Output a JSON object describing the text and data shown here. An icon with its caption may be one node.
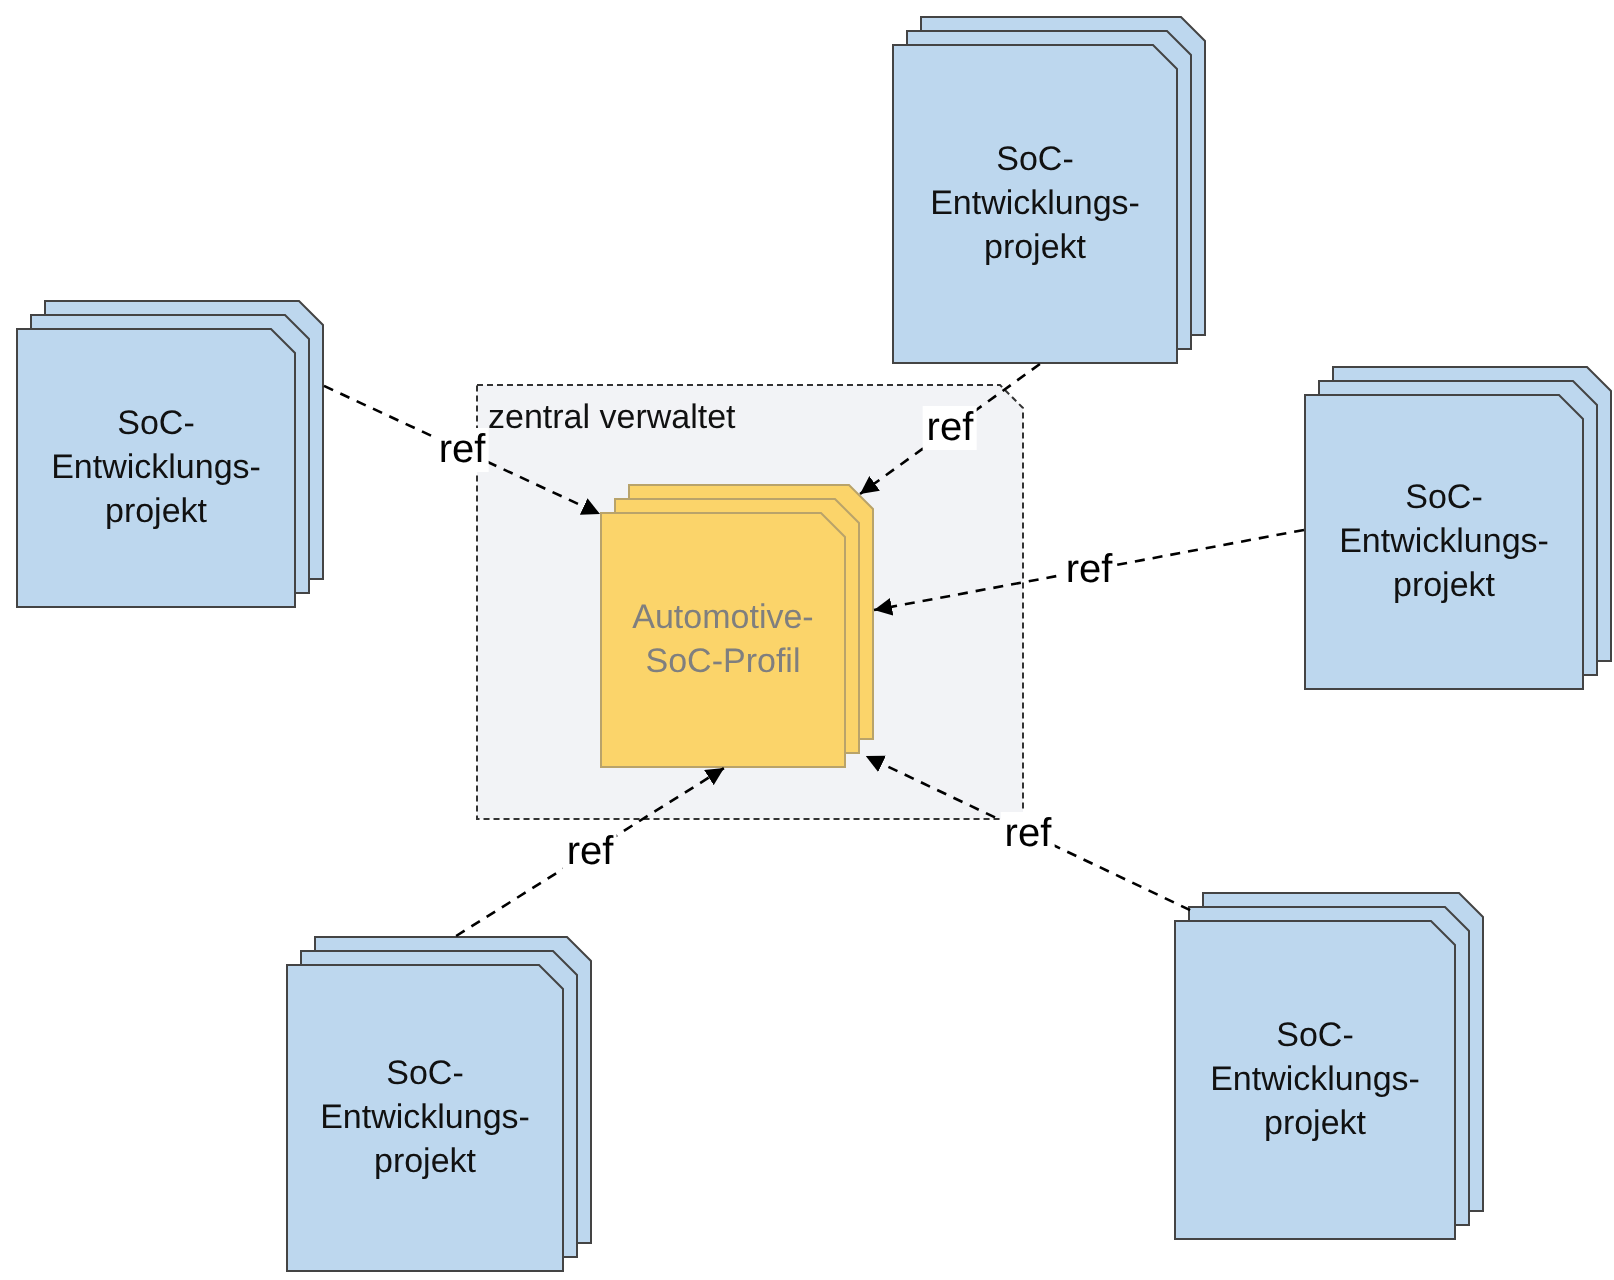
{
  "diagram": {
    "nodes": [
      {
        "text": [
          "SoC-Entwicklungs-projekt"
        ]
      },
      {
        "text": [
          "SoC-Entwicklungs-projekt"
        ]
      },
      {
        "text": [
          "zentral verwaltet"
        ]
      },
      {
        "text": [
          "Automotive-SoC-Profil"
        ],
        "in": 2
      },
      {
        "text": [
          "SoC-Entwicklungs-projekt"
        ]
      },
      {
        "text": [
          "SoC-Entwicklungs-projekt"
        ]
      },
      {
        "text": [
          "SoC-Entwicklungs-projekt"
        ]
      }
    ],
    "edges": [
      {
        "from": 0,
        "to": 3,
        "arrow": "to",
        "label": "ref",
        "style": "dashed"
      },
      {
        "from": 1,
        "to": 3,
        "arrow": "to",
        "label": "ref",
        "style": "dashed"
      },
      {
        "from": 4,
        "to": 3,
        "arrow": "to",
        "label": "ref",
        "style": "dashed"
      },
      {
        "from": 5,
        "to": 3,
        "arrow": "to",
        "label": "ref",
        "style": "dashed"
      },
      {
        "from": 6,
        "to": 3,
        "arrow": "to",
        "label": "ref",
        "style": "dashed"
      }
    ]
  }
}
